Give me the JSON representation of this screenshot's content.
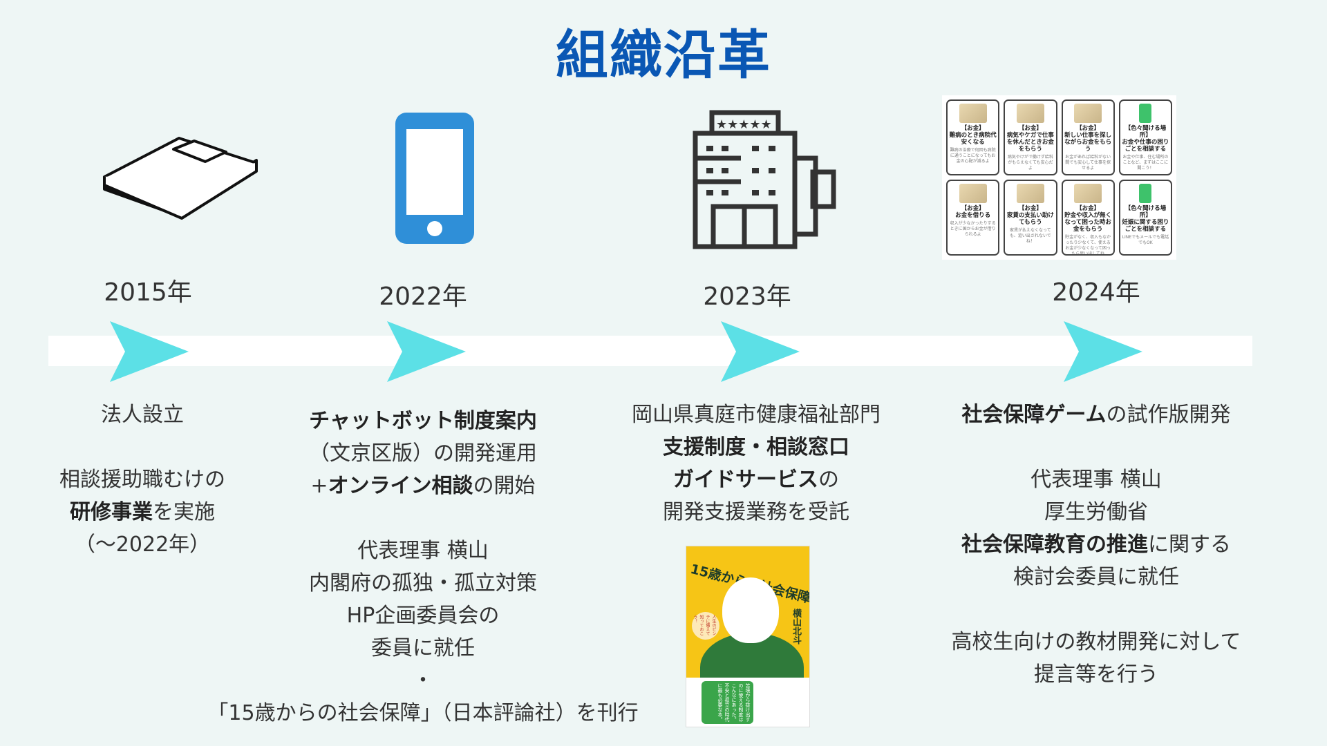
{
  "title": "組織沿革",
  "colors": {
    "title": "#0a57b4",
    "arrow": "#5ce0e6",
    "band": "#ffffff",
    "background": "#eef6f5",
    "phone": "#2f8fd8"
  },
  "milestones": [
    {
      "year": "2015年",
      "icon": "book-stack-icon",
      "l1": "法人設立",
      "l2": "相談援助職むけの",
      "l3b": "研修事業",
      "l3": "を実施",
      "l4": "（〜2022年）"
    },
    {
      "year": "2022年",
      "icon": "smartphone-icon",
      "l1b": "チャットボット制度案内",
      "l2": "（文京区版）の開発運用",
      "l3a": "+",
      "l3b": "オンライン相談",
      "l3": "の開始",
      "l4": "代表理事 横山",
      "l5": "内閣府の孤独・孤立対策",
      "l6": "HP企画委員会の",
      "l7": "委員に就任",
      "l8": "・",
      "l9": "「15歳からの社会保障」（日本評論社）を刊行"
    },
    {
      "year": "2023年",
      "icon": "building-icon",
      "l1": "岡山県真庭市健康福祉部門",
      "l2b": "支援制度・相談窓口",
      "l3b": "ガイドサービス",
      "l3": "の",
      "l4": "開発支援業務を受託"
    },
    {
      "year": "2024年",
      "icon": "game-cards-image",
      "l1b": "社会保障ゲーム",
      "l1": "の試作版開発",
      "l2": "代表理事 横山",
      "l3": "厚生労働省",
      "l4b": "社会保障教育の推進",
      "l4": "に関する",
      "l5": "検討会委員に就任",
      "l6": "高校生向けの教材開発に対して",
      "l7": "提言等を行う"
    }
  ],
  "cards": [
    {
      "tag": "【お金】",
      "title": "難病のとき病院代安くなる",
      "desc": "難病の治療で何回も病院に通うことになってもお金の心配が減るよ",
      "pic": "money"
    },
    {
      "tag": "【お金】",
      "title": "病気やケガで仕事を休んだときお金をもらう",
      "desc": "病気やけがで働けず給料がもらえなくても安心だよ",
      "pic": "money"
    },
    {
      "tag": "【お金】",
      "title": "新しい仕事を探しながらお金をもらう",
      "desc": "お金があれば給料がない間でも安心して仕事を探せるよ",
      "pic": "money"
    },
    {
      "tag": "【色々聞ける場所】",
      "title": "お金や仕事の困りごとを相談する",
      "desc": "お金や仕事、住む場所のことなど、まずはここに聞こう！",
      "pic": "phone"
    },
    {
      "tag": "【お金】",
      "title": "お金を借りる",
      "desc": "収入が少なかったりするときに国からお金が借りられるよ",
      "pic": "money"
    },
    {
      "tag": "【お金】",
      "title": "家賃の支払い助けてもらう",
      "desc": "家賃が払えなくなっても、追い出されないでね！",
      "pic": "money"
    },
    {
      "tag": "【お金】",
      "title": "貯金や収入が無くなって困った時お金をもらう",
      "desc": "貯金がなく、収入もなかったり少なくて、使えるお金が少なくなって困ったら思い出してね",
      "pic": "money"
    },
    {
      "tag": "【色々聞ける場所】",
      "title": "妊娠に関する困りごとを相談する",
      "desc": "LINEでもメールでも電話でもOK",
      "pic": "phone"
    }
  ],
  "book": {
    "title": "15歳からの社会保障",
    "author": "横山北斗",
    "subtitle": "人生のピンチに備えて知っておこう！",
    "blurb": "苦境から抜け出すのに使える制度はこんなにあった。不安と孤立の時代に最も必要な本。"
  }
}
